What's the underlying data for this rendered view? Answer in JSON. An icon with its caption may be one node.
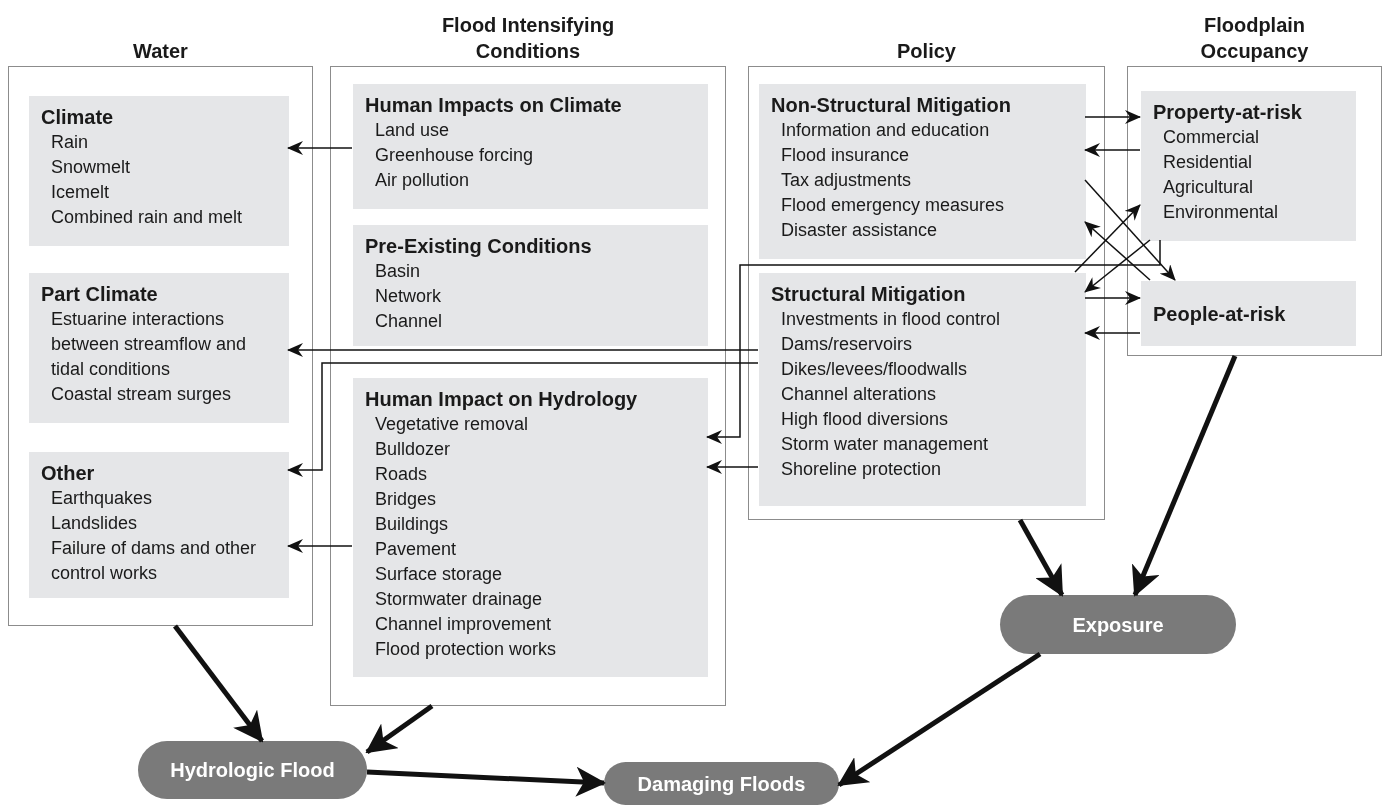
{
  "diagram": {
    "nodes": [
      {
        "text": [
          "Water"
        ]
      },
      {
        "text": [
          "Climate",
          "Rain",
          "Snowmelt",
          "Icemelt",
          "Combined rain and melt"
        ],
        "in": 0
      },
      {
        "text": [
          "Part Climate",
          "Estuarine interactions between streamflow and tidal conditions",
          "Coastal stream surges"
        ],
        "in": 0
      },
      {
        "text": [
          "Other",
          "Earthquakes",
          "Landslides",
          "Failure of dams and other control works"
        ],
        "in": 0
      },
      {
        "text": [
          "Flood Intensifying Conditions"
        ]
      },
      {
        "text": [
          "Human Impacts on Climate",
          "Land use",
          "Greenhouse forcing",
          "Air pollution"
        ],
        "in": 4
      },
      {
        "text": [
          "Pre-Existing Conditions",
          "Basin",
          "Network",
          "Channel"
        ],
        "in": 4
      },
      {
        "text": [
          "Human Impact on Hydrology",
          "Vegetative removal",
          "Bulldozer",
          "Roads",
          "Bridges",
          "Buildings",
          "Pavement",
          "Surface storage",
          "Stormwater drainage",
          "Channel improvement",
          "Flood protection works"
        ],
        "in": 4
      },
      {
        "text": [
          "Policy"
        ]
      },
      {
        "text": [
          "Non-Structural Mitigation",
          "Information and education",
          "Flood insurance",
          "Tax adjustments",
          "Flood emergency measures",
          "Disaster assistance"
        ],
        "in": 8
      },
      {
        "text": [
          "Structural Mitigation",
          "Investments in flood control",
          "Dams/reservoirs",
          "Dikes/levees/floodwalls",
          "Channel alterations",
          "High flood diversions",
          "Storm water management",
          "Shoreline protection"
        ],
        "in": 8
      },
      {
        "text": [
          "Floodplain Occupancy"
        ]
      },
      {
        "text": [
          "Property-at-risk",
          "Commercial",
          "Residential",
          "Agricultural",
          "Environmental"
        ],
        "in": 11
      },
      {
        "text": [
          "People-at-risk"
        ],
        "in": 11
      },
      {
        "text": [
          "Exposure"
        ]
      },
      {
        "text": [
          "Hydrologic Flood"
        ]
      },
      {
        "text": [
          "Damaging Floods"
        ]
      }
    ],
    "edges": [
      {
        "from": 5,
        "to": 1,
        "arrow": "to"
      },
      {
        "from": 10,
        "to": 2,
        "arrow": "to"
      },
      {
        "from": 10,
        "to": 3,
        "arrow": "to"
      },
      {
        "from": 12,
        "to": 7,
        "arrow": "to"
      },
      {
        "from": 10,
        "to": 7,
        "arrow": "to"
      },
      {
        "from": 7,
        "to": 3,
        "arrow": "to"
      },
      {
        "from": 9,
        "to": 12,
        "arrow": "to"
      },
      {
        "from": 12,
        "to": 9,
        "arrow": "to"
      },
      {
        "from": 10,
        "to": 13,
        "arrow": "to"
      },
      {
        "from": 13,
        "to": 10,
        "arrow": "to"
      },
      {
        "from": 9,
        "to": 13,
        "arrow": "to"
      },
      {
        "from": 13,
        "to": 9,
        "arrow": "to"
      },
      {
        "from": 10,
        "to": 12,
        "arrow": "to"
      },
      {
        "from": 12,
        "to": 10,
        "arrow": "to"
      },
      {
        "from": 0,
        "to": 15,
        "arrow": "to",
        "style": "thick"
      },
      {
        "from": 4,
        "to": 15,
        "arrow": "to",
        "style": "thick"
      },
      {
        "from": 15,
        "to": 16,
        "arrow": "to",
        "style": "thick"
      },
      {
        "from": 8,
        "to": 14,
        "arrow": "to",
        "style": "thick"
      },
      {
        "from": 11,
        "to": 14,
        "arrow": "to",
        "style": "thick"
      },
      {
        "from": 14,
        "to": 16,
        "arrow": "to",
        "style": "thick"
      }
    ]
  }
}
